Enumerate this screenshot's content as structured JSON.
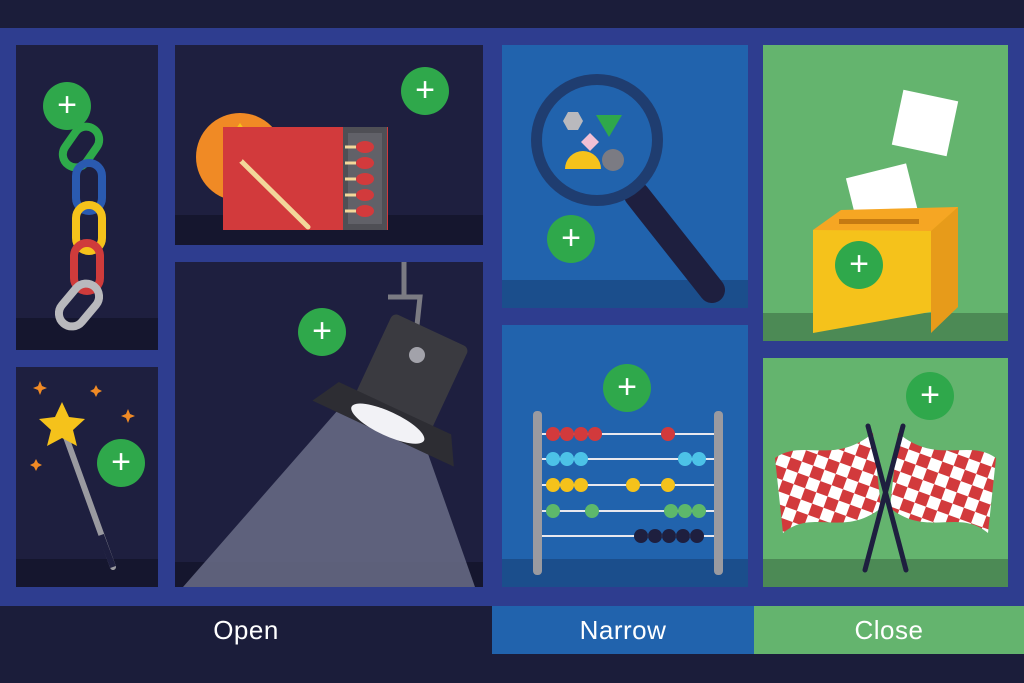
{
  "stages": [
    {
      "label": "Open",
      "color": "#1b1d3a"
    },
    {
      "label": "Narrow",
      "color": "#2163ad"
    },
    {
      "label": "Close",
      "color": "#64b46e"
    }
  ],
  "add_symbol": "+",
  "cards": [
    {
      "name": "chain-card",
      "icon": "chain-icon",
      "stage": "Open"
    },
    {
      "name": "matchbox-card",
      "icon": "matchbox-icon",
      "stage": "Open"
    },
    {
      "name": "magic-wand-card",
      "icon": "magic-wand-icon",
      "stage": "Open"
    },
    {
      "name": "spotlight-card",
      "icon": "spotlight-icon",
      "stage": "Open"
    },
    {
      "name": "magnifier-card",
      "icon": "magnifying-glass-icon",
      "stage": "Narrow"
    },
    {
      "name": "abacus-card",
      "icon": "abacus-icon",
      "stage": "Narrow"
    },
    {
      "name": "ballot-box-card",
      "icon": "ballot-box-icon",
      "stage": "Close"
    },
    {
      "name": "checkered-flags-card",
      "icon": "checkered-flags-icon",
      "stage": "Close"
    }
  ],
  "colors": {
    "background": "#1b1d3a",
    "frame": "#2e3d8f",
    "add_button": "#2fa84b",
    "open": "#1e1f3f",
    "narrow": "#2163ad",
    "close": "#64b46e"
  }
}
